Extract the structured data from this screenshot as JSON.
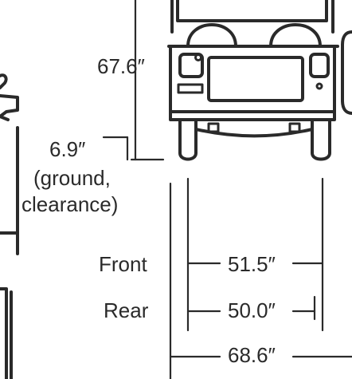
{
  "dimensions": {
    "height": "67.6″",
    "ground_clearance": "6.9″",
    "ground_clearance_note_line1": "(ground,",
    "ground_clearance_note_line2": "clearance)",
    "front_label": "Front",
    "front_track": "51.5″",
    "rear_label": "Rear",
    "rear_track": "50.0″",
    "overall_width": "68.6″"
  },
  "colors": {
    "ink": "#2a2a2a",
    "background": "#ffffff"
  }
}
